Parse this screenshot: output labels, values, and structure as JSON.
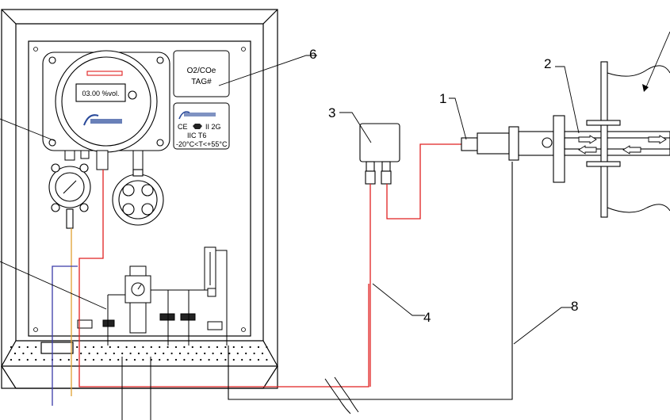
{
  "callouts": {
    "c1": "1",
    "c2": "2",
    "c3": "3",
    "c4": "4",
    "c6": "6",
    "c8": "8"
  },
  "analyzer": {
    "display_value": "03.00 %vol."
  },
  "tag_plate": {
    "line1": "O2/COe",
    "line2": "TAG#"
  },
  "cert_plate": {
    "marks": "CE",
    "group": "II 2G",
    "gas_group": "IIC T6",
    "temp_range": "-20°C<T<+55°C"
  },
  "colors": {
    "red_line": "#e02020",
    "blue_line": "#3a3aa8",
    "orange_line": "#e0a030",
    "outline": "#000000"
  }
}
